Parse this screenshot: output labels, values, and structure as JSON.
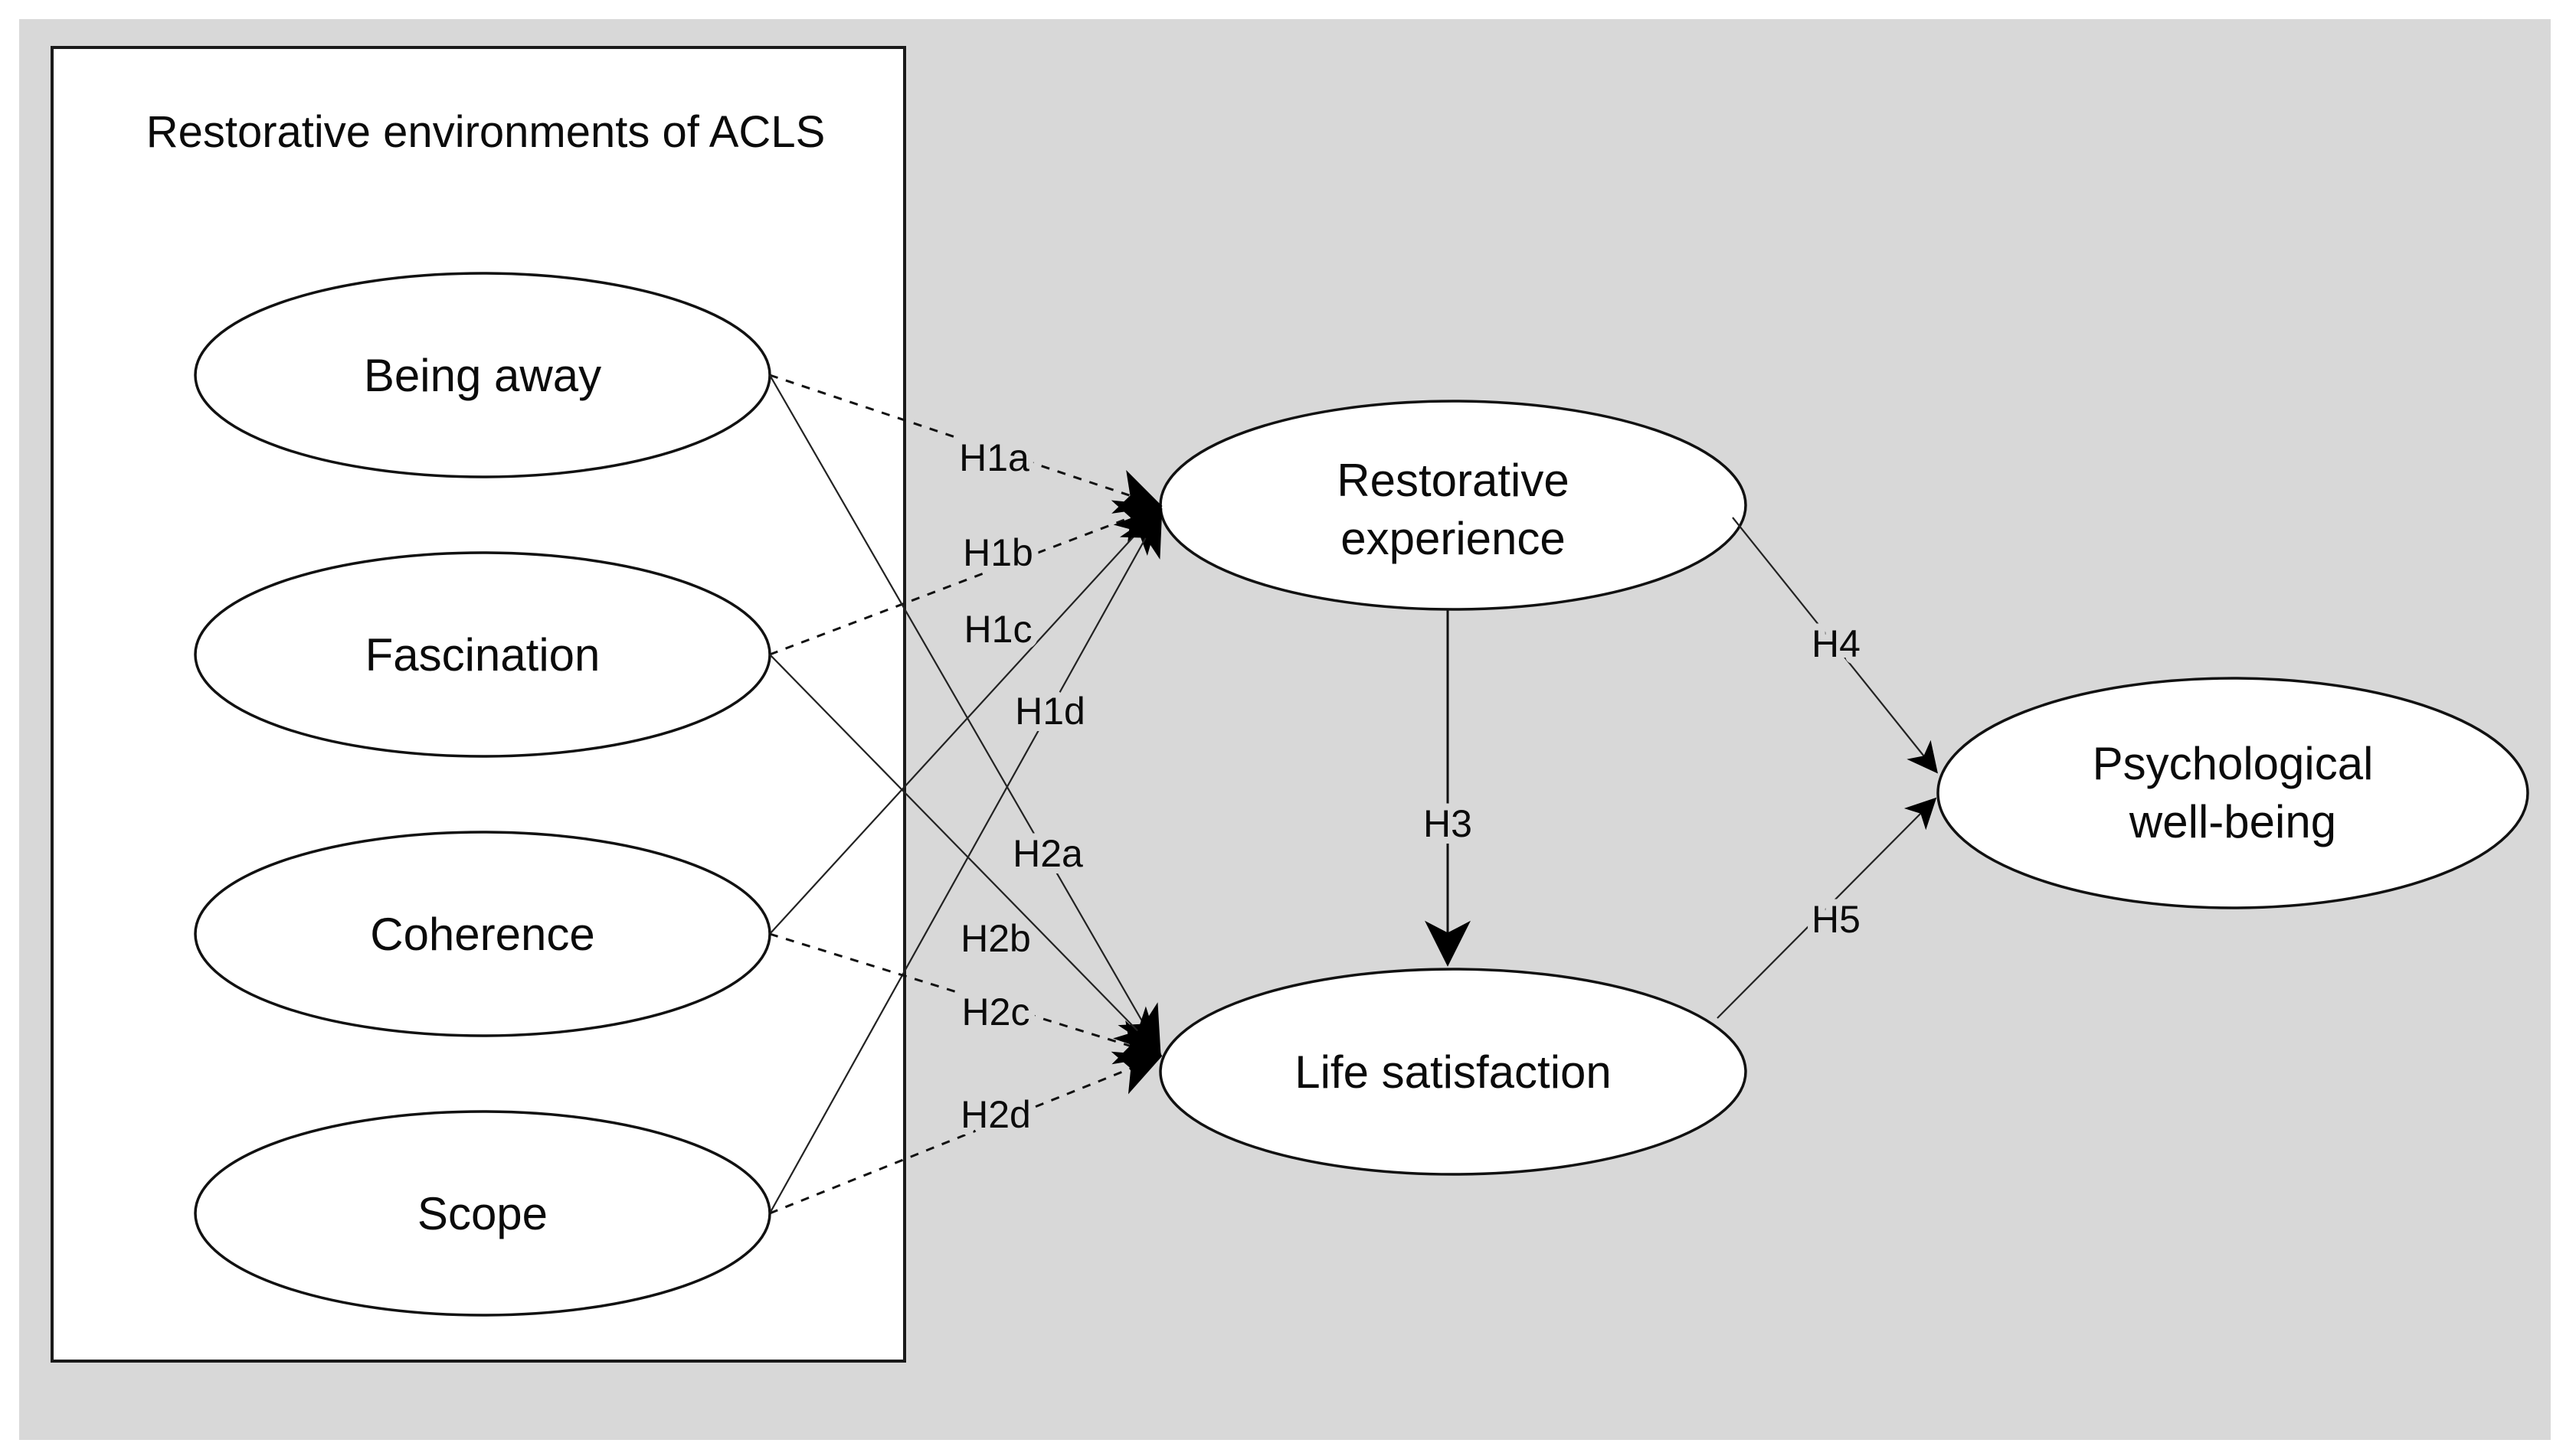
{
  "figure": {
    "colors": {
      "background": "#d8d8d8",
      "node_fill": "#ffffff",
      "line": "#111111"
    },
    "panel": {
      "title": "Restorative environments of ACLS"
    },
    "nodes": {
      "being_away": {
        "label": "Being away"
      },
      "fascination": {
        "label": "Fascination"
      },
      "coherence": {
        "label": "Coherence"
      },
      "scope": {
        "label": "Scope"
      },
      "restorative_experience": {
        "line1": "Restorative",
        "line2": "experience"
      },
      "life_satisfaction": {
        "label": "Life satisfaction"
      },
      "psychological_well_being": {
        "line1": "Psychological",
        "line2": "well-being"
      }
    },
    "hypotheses": {
      "h1a": "H1a",
      "h1b": "H1b",
      "h1c": "H1c",
      "h1d": "H1d",
      "h2a": "H2a",
      "h2b": "H2b",
      "h2c": "H2c",
      "h2d": "H2d",
      "h3": "H3",
      "h4": "H4",
      "h5": "H5"
    }
  }
}
